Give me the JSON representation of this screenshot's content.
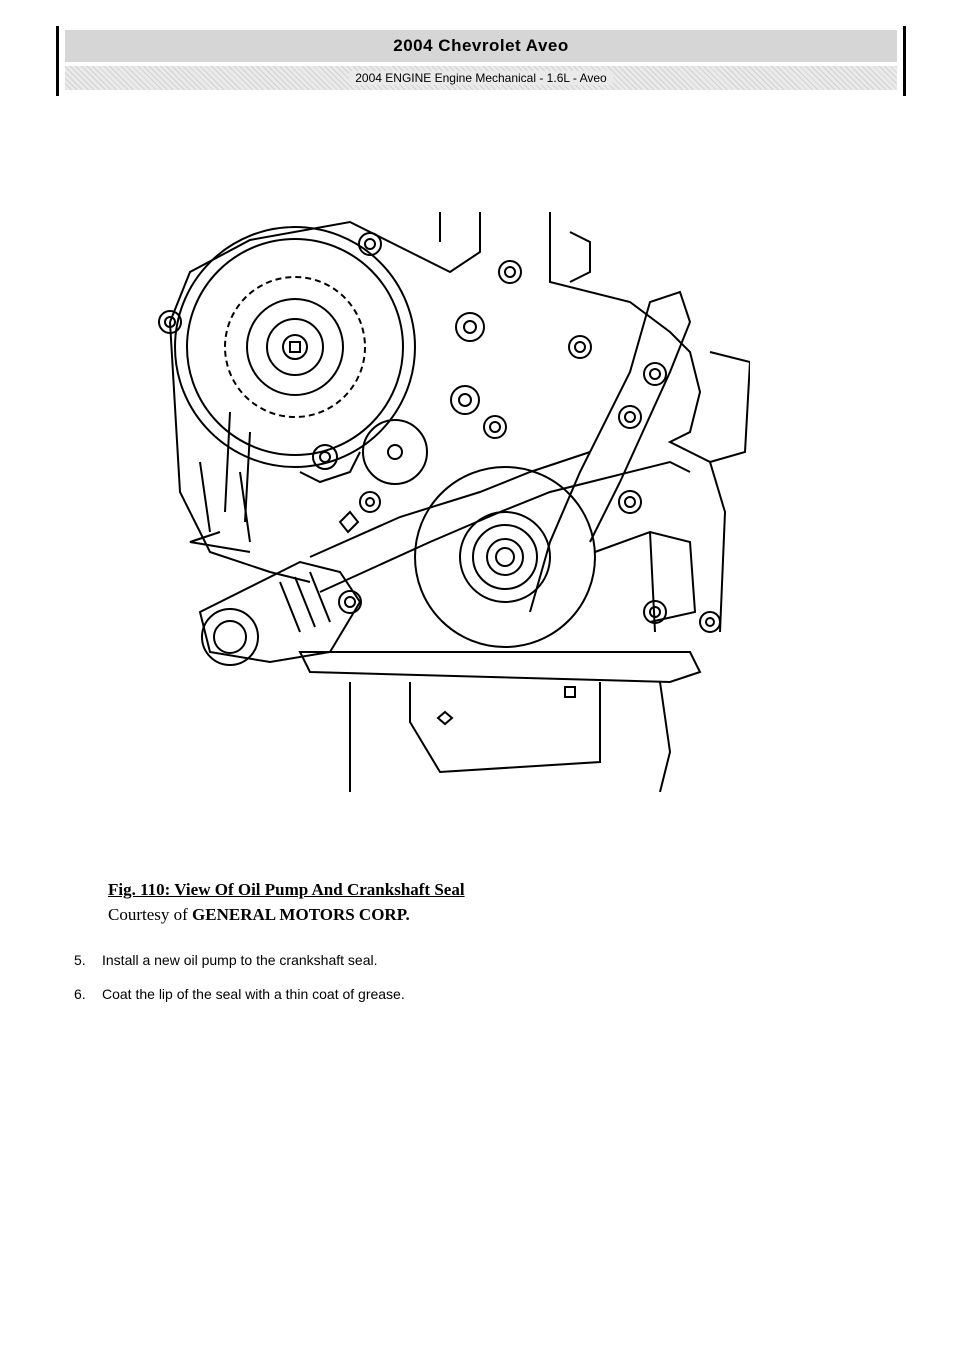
{
  "header": {
    "title": "2004 Chevrolet Aveo",
    "subtitle": "2004 ENGINE Engine Mechanical - 1.6L - Aveo"
  },
  "figure": {
    "caption": "Fig. 110: View Of Oil Pump And Crankshaft Seal",
    "credit_prefix": "Courtesy of",
    "credit_org": "GENERAL MOTORS CORP."
  },
  "steps": [
    {
      "number": "5.",
      "text": "Install a new oil pump to the crankshaft seal."
    },
    {
      "number": "6.",
      "text": "Coat the lip of the seal with a thin coat of grease."
    }
  ]
}
